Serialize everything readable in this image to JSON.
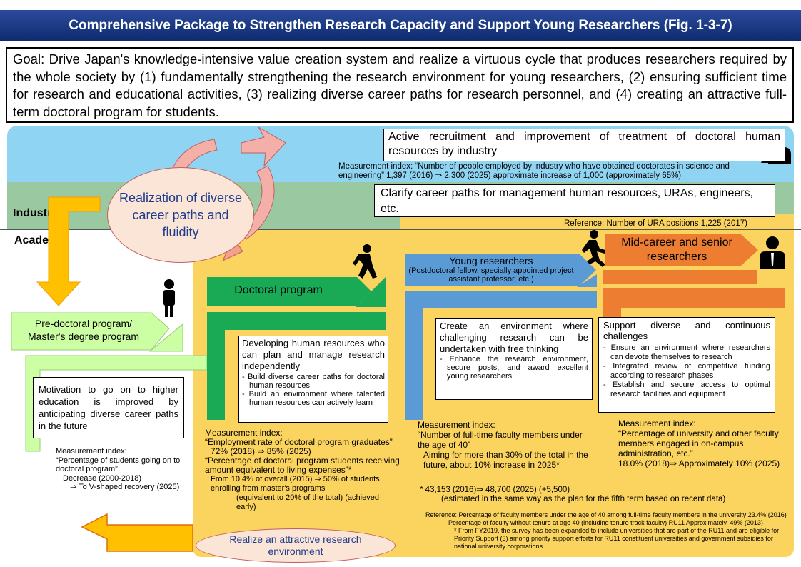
{
  "header": {
    "title": "Comprehensive Package to Strengthen Research Capacity and Support Young Researchers (Fig. 1-3-7)"
  },
  "goal": {
    "text": "Goal: Drive Japan's knowledge-intensive value creation system and realize a virtuous cycle that produces researchers required by the whole society by (1) fundamentally strengthening the research environment for young researchers, (2) ensuring sufficient time for research and educational activities, (3) realizing diverse career paths for research personnel, and (4) creating an attractive full-term doctoral program for students."
  },
  "labels": {
    "industry": "Industry",
    "academia": "Academia"
  },
  "cycle": {
    "career_paths": "Realization of diverse career paths and fluidity",
    "research_env": "Realize an attractive research environment"
  },
  "industry": {
    "recruit_box": "Active recruitment and improvement of treatment of doctoral human resources by industry",
    "recruit_index": "Measurement index: “Number of people employed by industry who have obtained doctorates in science and engineering” 1,397 (2016) ⇒ 2,300 (2025) approximate increase of 1,000 (approximately 65%)",
    "career_box": "Clarify career paths for management human resources, URAs, engineers, etc.",
    "ura_ref": "Reference: Number of URA positions 1,225 (2017)"
  },
  "stages": {
    "predoctoral": "Pre-doctoral program/ Master's degree program",
    "doctoral": "Doctoral program",
    "young_title": "Young researchers",
    "young_sub": "(Postdoctoral fellow, specially appointed project assistant professor, etc.)",
    "midcareer": "Mid-career and senior researchers"
  },
  "predoc": {
    "box": "Motivation to go on to higher education is improved by anticipating diverse career paths in the future",
    "index_title": "Measurement index:",
    "index_1": "“Percentage of students going on to doctoral program”",
    "index_2": "Decrease (2000-2018)",
    "index_3": "⇒ To V-shaped recovery (2025)"
  },
  "doctoral": {
    "box_title": "Developing human resources who can plan and manage research independently",
    "items": [
      "- Build diverse career paths for doctoral human resources",
      "- Build an environment where talented human resources can actively learn"
    ],
    "index_title": "Measurement index:",
    "index_1": "“Employment rate of doctoral program graduates”",
    "index_1v": "72% (2018) ⇒ 85% (2025)",
    "index_2": "“Percentage of doctoral program students receiving amount equivalent to living expenses”*",
    "index_2v": "From 10.4% of overall (2015) ⇒ 50% of students enrolling from master's programs",
    "index_2n": "(equivalent to 20% of the total) (achieved early)"
  },
  "young": {
    "box_title": "Create an environment where challenging research can be undertaken with free thinking",
    "items": [
      "- Enhance the research environment, secure posts, and award excellent young researchers"
    ],
    "index_title": "Measurement index:",
    "index_1": "“Number of full-time faculty members under the age of 40”",
    "index_1v": "Aiming for more than 30% of the total in the future, about 10% increase in 2025*",
    "index_2": "* 43,153 (2016)⇒ 48,700 (2025) (+5,500)",
    "index_3": "(estimated in the same way as the plan for the fifth term based on recent data)"
  },
  "senior": {
    "box_title": "Support diverse and continuous challenges",
    "items": [
      "- Ensure an environment where researchers can devote themselves to research",
      "- Integrated review of competitive funding according to research phases",
      "- Establish and secure access to optimal research facilities and equipment"
    ],
    "index_title": "Measurement index:",
    "index_1": "“Percentage of university and other faculty members engaged in on-campus administration, etc.”",
    "index_1v": "18.0% (2018)⇒ Approximately 10% (2025)"
  },
  "refs": {
    "r1": "Reference: Percentage of faculty members under the age of 40 among full-time faculty members in the university 23.4% (2016)",
    "r2": "Percentage of faculty without tenure at age 40 (including tenure track faculty) RU11 Approximately. 49% (2013)",
    "r3": "* From FY2019, the survey has been expanded to include universities that are part of the RU11 and are eligible for Priority Support (3) among priority support efforts for RU11 constituent universities and government subsidies for national university corporations"
  },
  "colors": {
    "green": "#1aaa55",
    "blue": "#5b9bd5",
    "orange": "#ed7d31",
    "yellow": "#fbd35f",
    "sky": "#8fd4f2",
    "light_green": "#ccffa3"
  }
}
